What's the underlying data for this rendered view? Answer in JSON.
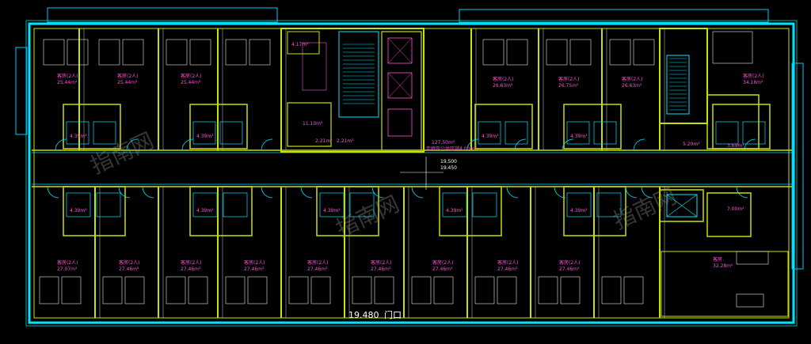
{
  "room_labels": {
    "top_left": [
      "客房(2人)",
      "25.44m²"
    ],
    "top_mid1": [
      "客房(2人)",
      "25.44m²"
    ],
    "top_mid2": [
      "客房(2人)",
      "25.44m²"
    ],
    "top_right1": [
      "客房(2人)",
      "26.63m²"
    ],
    "top_right2": [
      "客房(2人)",
      "26.75m²"
    ],
    "top_right3": [
      "客房(2人)",
      "26.63m²"
    ],
    "top_corner": [
      "客房(2人)",
      "34.18m²"
    ],
    "bot_a": [
      "客房(2人)",
      "27.07m²"
    ],
    "bot_b": [
      "客房(2人)",
      "27.46m²"
    ],
    "bot_c": [
      "客房(2人)",
      "27.46m²"
    ],
    "bot_d": [
      "客房(2人)",
      "27.46m²"
    ],
    "bot_e": [
      "客房(2人)",
      "27.46m²"
    ],
    "bot_f": [
      "客房(2人)",
      "27.46m²"
    ],
    "bot_g": [
      "客房(2人)",
      "27.46m²"
    ],
    "bot_h": [
      "客房(2人)",
      "27.46m²"
    ],
    "bot_i": [
      "客房(2人)",
      "27.46m²"
    ],
    "bot_corner": [
      "客房",
      "32.28m²"
    ]
  },
  "core_labels": {
    "weak_room": "4.17m²",
    "equipment": "11.10m²",
    "corridor": "127.50m²",
    "corridor_sub": "走廊及公共区域4.00m²",
    "small_a": "2.21m²",
    "small_b": "2.21m²",
    "corner_bath": "5.20m²",
    "corner_bath2": "3.69m²",
    "lower_right_room": "7.00m²"
  },
  "bath_area": "4.39m²",
  "elevations": {
    "center_top": "19.500",
    "center_bottom": "19.450",
    "door": "19.480"
  },
  "door_label": "门口",
  "watermark": "指南网"
}
